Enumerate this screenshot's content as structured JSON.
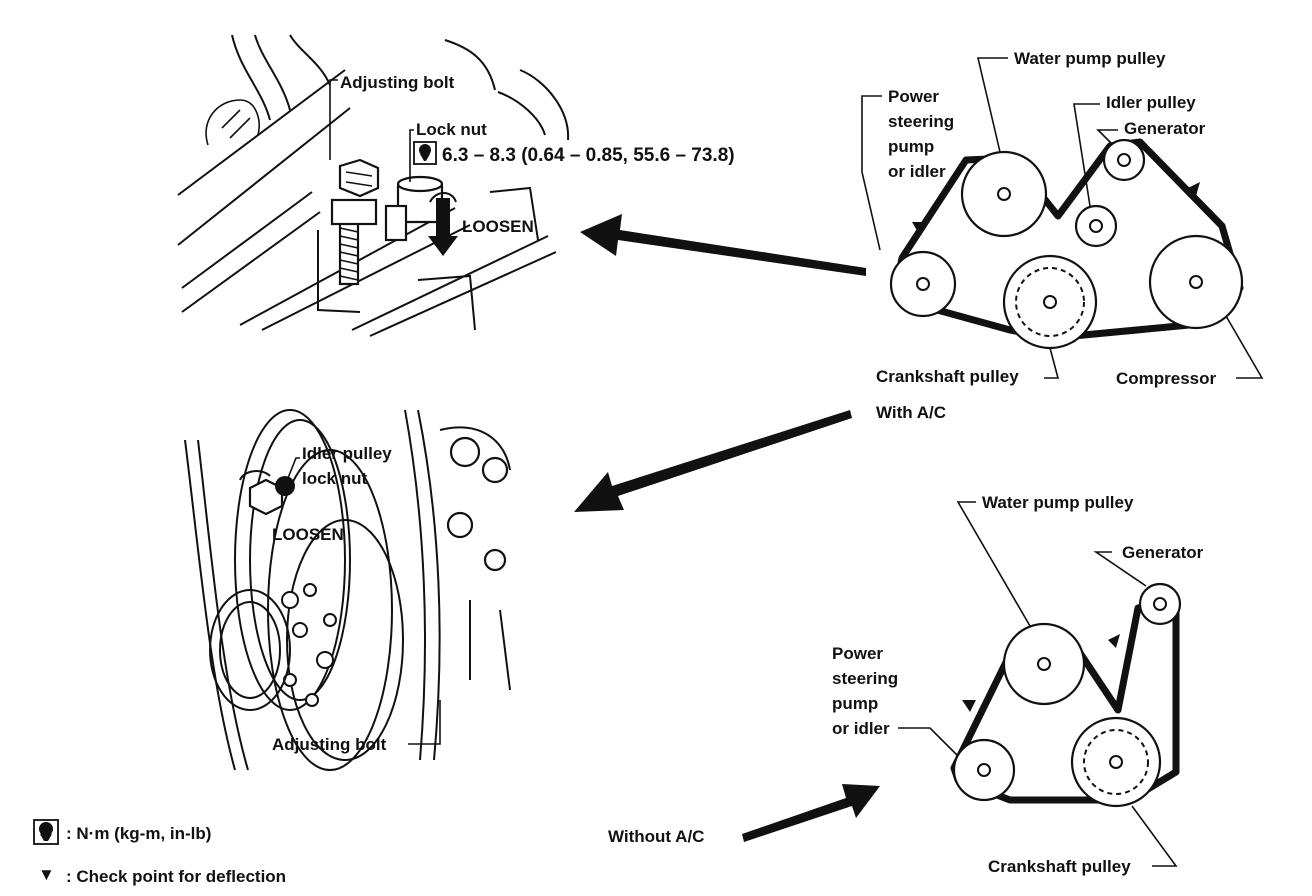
{
  "top_detail": {
    "adjusting_bolt": "Adjusting bolt",
    "lock_nut": "Lock nut",
    "torque_spec": "6.3 – 8.3 (0.64 – 0.85, 55.6 – 73.8)",
    "loosen": "LOOSEN"
  },
  "bottom_detail": {
    "idler_lock_nut_line1": "Idler pulley",
    "idler_lock_nut_line2": "lock nut",
    "loosen": "LOOSEN",
    "adjusting_bolt": "Adjusting bolt"
  },
  "with_ac": {
    "water_pump_pulley": "Water pump pulley",
    "power_steering_line1": "Power",
    "power_steering_line2": "steering",
    "power_steering_line3": "pump",
    "power_steering_line4": "or idler",
    "idler_pulley": "Idler pulley",
    "generator": "Generator",
    "crankshaft_pulley": "Crankshaft pulley",
    "compressor": "Compressor",
    "caption": "With A/C"
  },
  "without_ac": {
    "water_pump_pulley": "Water pump pulley",
    "generator": "Generator",
    "power_steering_line1": "Power",
    "power_steering_line2": "steering",
    "power_steering_line3": "pump",
    "power_steering_line4": "or idler",
    "crankshaft_pulley": "Crankshaft pulley",
    "caption": "Without A/C"
  },
  "legend": {
    "torque_unit": ": N·m (kg-m, in-lb)",
    "check_point_symbol": "▼",
    "check_point": ": Check point for deflection"
  },
  "icons": [
    "torque-wrench-icon",
    "check-point-triangle-icon",
    "arrow-icon"
  ]
}
